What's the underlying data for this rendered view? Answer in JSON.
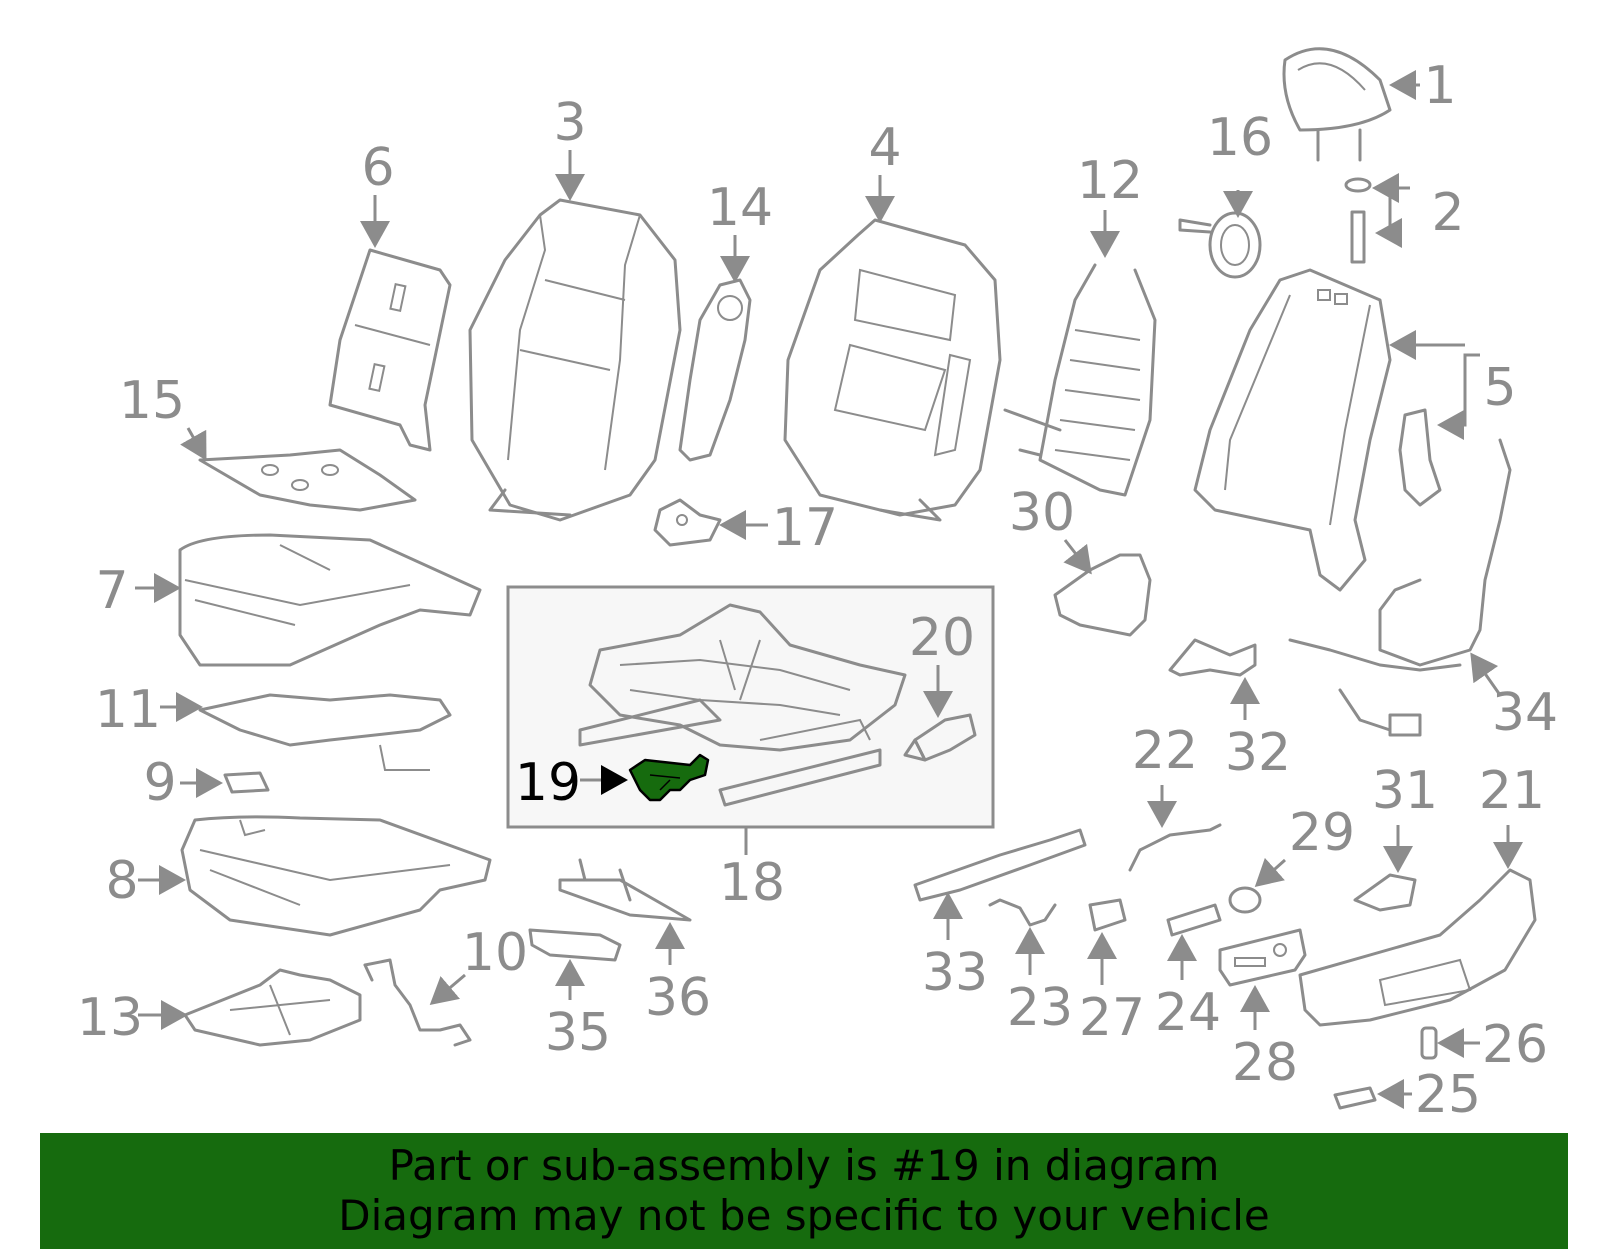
{
  "diagram": {
    "highlight_color": "#166b0e",
    "highlighted_part": "19",
    "callouts": [
      "1",
      "2",
      "3",
      "4",
      "5",
      "6",
      "7",
      "8",
      "9",
      "10",
      "11",
      "12",
      "13",
      "14",
      "15",
      "16",
      "17",
      "18",
      "19",
      "20",
      "21",
      "22",
      "23",
      "24",
      "25",
      "26",
      "27",
      "28",
      "29",
      "30",
      "31",
      "32",
      "33",
      "34",
      "35",
      "36"
    ]
  },
  "banner": {
    "line1": "Part or sub-assembly is #19 in diagram",
    "line2": "Diagram may not be specific to your vehicle",
    "background": "#166b0e"
  }
}
